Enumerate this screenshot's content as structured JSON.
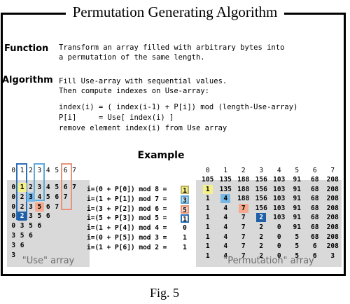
{
  "title": "Permutation Generating Algorithm",
  "function_label": "Function",
  "function_text": [
    "Transform an array filled with arbitrary bytes into",
    "a permutation of the same length."
  ],
  "algorithm_label": "Algorithm",
  "algorithm_text": [
    "Fill Use-array with sequential values.",
    "Then compute indexes on Use-array:"
  ],
  "code_lines": [
    "index(i) = ( index(i-1) + P[i]) mod (length-Use-array)",
    "P[i]     = Use[ index(i) ]",
    "remove element index(i) from Use array"
  ],
  "example_title": "Example",
  "use_header": [
    "0",
    "1",
    "2",
    "3",
    "4",
    "5",
    "6",
    "7"
  ],
  "use_rows": [
    [
      "0",
      "1",
      "2",
      "3",
      "4",
      "5",
      "6",
      "7"
    ],
    [
      "0",
      "2",
      "3",
      "4",
      "5",
      "6",
      "7"
    ],
    [
      "0",
      "2",
      "3",
      "5",
      "6",
      "7"
    ],
    [
      "0",
      "2",
      "3",
      "5",
      "6"
    ],
    [
      "0",
      "3",
      "5",
      "6"
    ],
    [
      "3",
      "5",
      "6"
    ],
    [
      "3",
      "6"
    ],
    [
      "3"
    ]
  ],
  "equations": [
    {
      "text": "i=(0 + P[0]) mod 8 =",
      "result": "1"
    },
    {
      "text": "i=(1 + P[1]) mod 7 =",
      "result": "3"
    },
    {
      "text": "i=(3 + P[2]) mod 6 =",
      "result": "5"
    },
    {
      "text": "i=(5 + P[3]) mod 5 =",
      "result": "1"
    },
    {
      "text": "i=(1 + P[4]) mod 4 =",
      "result": "0"
    },
    {
      "text": "i=(0 + P[5]) mod 3 =",
      "result": "1"
    },
    {
      "text": "i=(1 + P[6]) mod 2 =",
      "result": "1"
    }
  ],
  "use_caption": "\"Use\" array",
  "perm_header": [
    "0",
    "1",
    "2",
    "3",
    "4",
    "5",
    "6",
    "7"
  ],
  "perm_rows": [
    [
      "105",
      "135",
      "188",
      "156",
      "103",
      "91",
      "68",
      "208"
    ],
    [
      "1",
      "135",
      "188",
      "156",
      "103",
      "91",
      "68",
      "208"
    ],
    [
      "1",
      "4",
      "188",
      "156",
      "103",
      "91",
      "68",
      "208"
    ],
    [
      "1",
      "4",
      "7",
      "156",
      "103",
      "91",
      "68",
      "208"
    ],
    [
      "1",
      "4",
      "7",
      "2",
      "103",
      "91",
      "68",
      "208"
    ],
    [
      "1",
      "4",
      "7",
      "2",
      "0",
      "91",
      "68",
      "208"
    ],
    [
      "1",
      "4",
      "7",
      "2",
      "0",
      "5",
      "68",
      "208"
    ],
    [
      "1",
      "4",
      "7",
      "2",
      "0",
      "5",
      "6",
      "208"
    ],
    [
      "1",
      "4",
      "7",
      "2",
      "0",
      "5",
      "6",
      "3"
    ]
  ],
  "perm_caption": "\"Permutation\" array",
  "figure_caption": "Fig. 5",
  "colors": {
    "yellow": "#f4f08a",
    "blue": "#78b8e6",
    "salmon": "#f5a98e",
    "dark_blue": "#1e5fa8",
    "col_blue": "#2a6fb8",
    "col_lightblue": "#5fa8d8",
    "col_salmon": "#e8927a",
    "panel_gray": "#d9d9d9"
  }
}
